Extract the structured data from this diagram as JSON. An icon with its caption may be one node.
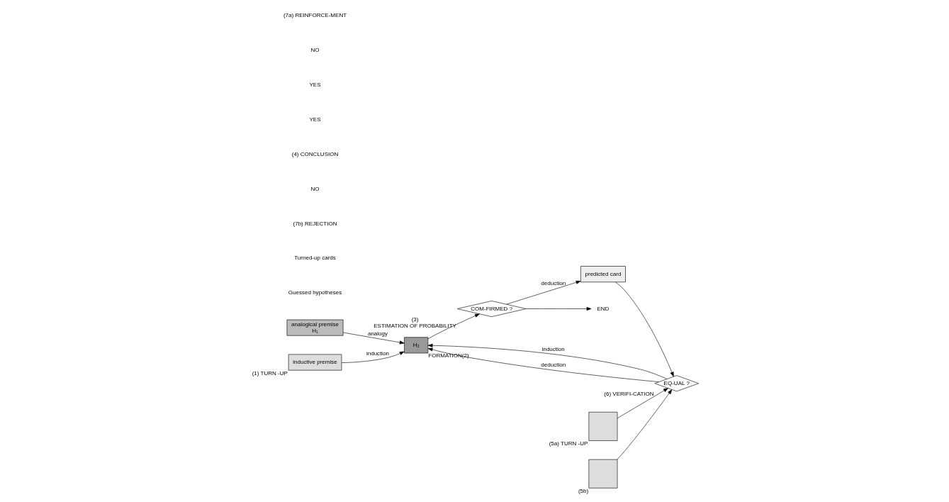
{
  "diagram": {
    "nodes": [
      {
        "text": [
          "analogical premise",
          "H₁"
        ]
      },
      {
        "text": [
          "H₂"
        ],
        "beside": [
          "FORMATION(2)"
        ]
      },
      {
        "text": [
          "COM-FIRMED ?"
        ],
        "beside": [
          "(3)",
          "ESTIMATION OF PROBABILITY"
        ]
      },
      {
        "text": [
          "predicted card"
        ]
      },
      {
        "text": [
          "EQ-UAL ?"
        ],
        "beside": [
          "(6) VERIFI-CATION"
        ]
      },
      {
        "text": [
          "END"
        ]
      },
      {
        "text": [
          "inductive premise"
        ],
        "beside": [
          "(1) TURN -UP"
        ]
      },
      {
        "text": [],
        "shape": "box",
        "beside": [
          "(5a) TURN -UP"
        ]
      },
      {
        "text": [],
        "shape": "box",
        "beside": [
          "(5b)"
        ]
      }
    ],
    "edges": [
      {
        "from": 0,
        "to": 1,
        "arrow": "to",
        "label": "analogy"
      },
      {
        "from": 6,
        "to": 1,
        "arrow": "to",
        "label": "induction"
      },
      {
        "from": 1,
        "to": 2,
        "arrow": "to"
      },
      {
        "from": 2,
        "to": 3,
        "arrow": "to",
        "label": "deduction"
      },
      {
        "from": 2,
        "to": 5,
        "arrow": "to"
      },
      {
        "from": 3,
        "to": 4,
        "arrow": "to"
      },
      {
        "from": 7,
        "to": 4,
        "arrow": "to"
      },
      {
        "from": 8,
        "to": 4,
        "arrow": "to"
      },
      {
        "from": 4,
        "to": 1,
        "arrow": "to",
        "label": "induction"
      },
      {
        "from": 4,
        "to": 1,
        "arrow": "to",
        "label": "deduction"
      }
    ],
    "labels": [
      "Guessed hypotheses",
      "Turned-up cards",
      "(7b) REJECTION",
      "NO",
      "(4) CONCLUSION",
      "YES",
      "YES",
      "NO",
      "(7a) REINFORCE-MENT"
    ]
  }
}
